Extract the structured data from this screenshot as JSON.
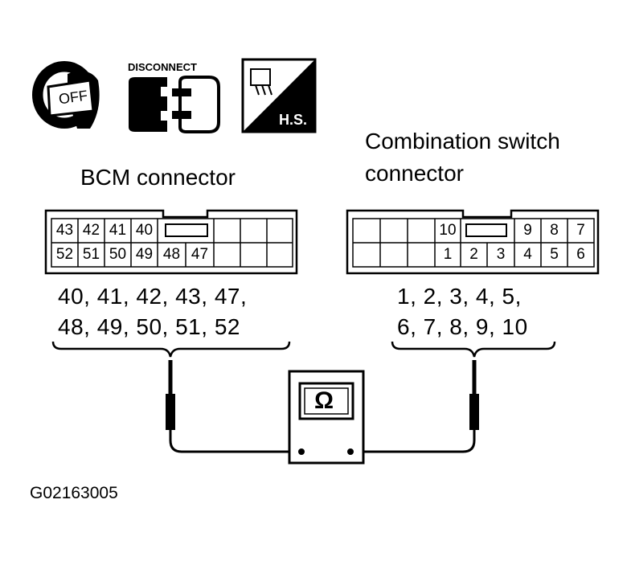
{
  "icons": {
    "ignition": {
      "name": "ignition-key-off-icon",
      "text": "OFF"
    },
    "disconnect": {
      "name": "disconnect-connector-icon",
      "label": "DISCONNECT"
    },
    "harness": {
      "name": "harness-side-icon",
      "label": "H.S."
    }
  },
  "bcm": {
    "title": "BCM connector",
    "top_pins": [
      "43",
      "42",
      "41",
      "40"
    ],
    "bottom_pins": [
      "52",
      "51",
      "50",
      "49",
      "48",
      "47"
    ],
    "pin_list_line1": "40, 41, 42, 43, 47,",
    "pin_list_line2": "48, 49, 50, 51, 52"
  },
  "combo": {
    "title_line1": "Combination switch",
    "title_line2": "connector",
    "top_pins": [
      "10",
      "9",
      "8",
      "7"
    ],
    "bottom_pins": [
      "1",
      "2",
      "3",
      "4",
      "5",
      "6"
    ],
    "pin_list_line1": "1, 2, 3, 4, 5,",
    "pin_list_line2": "6, 7, 8, 9, 10"
  },
  "meter": {
    "symbol": "Ω",
    "name": "ohmmeter"
  },
  "figure_code": "G02163005"
}
